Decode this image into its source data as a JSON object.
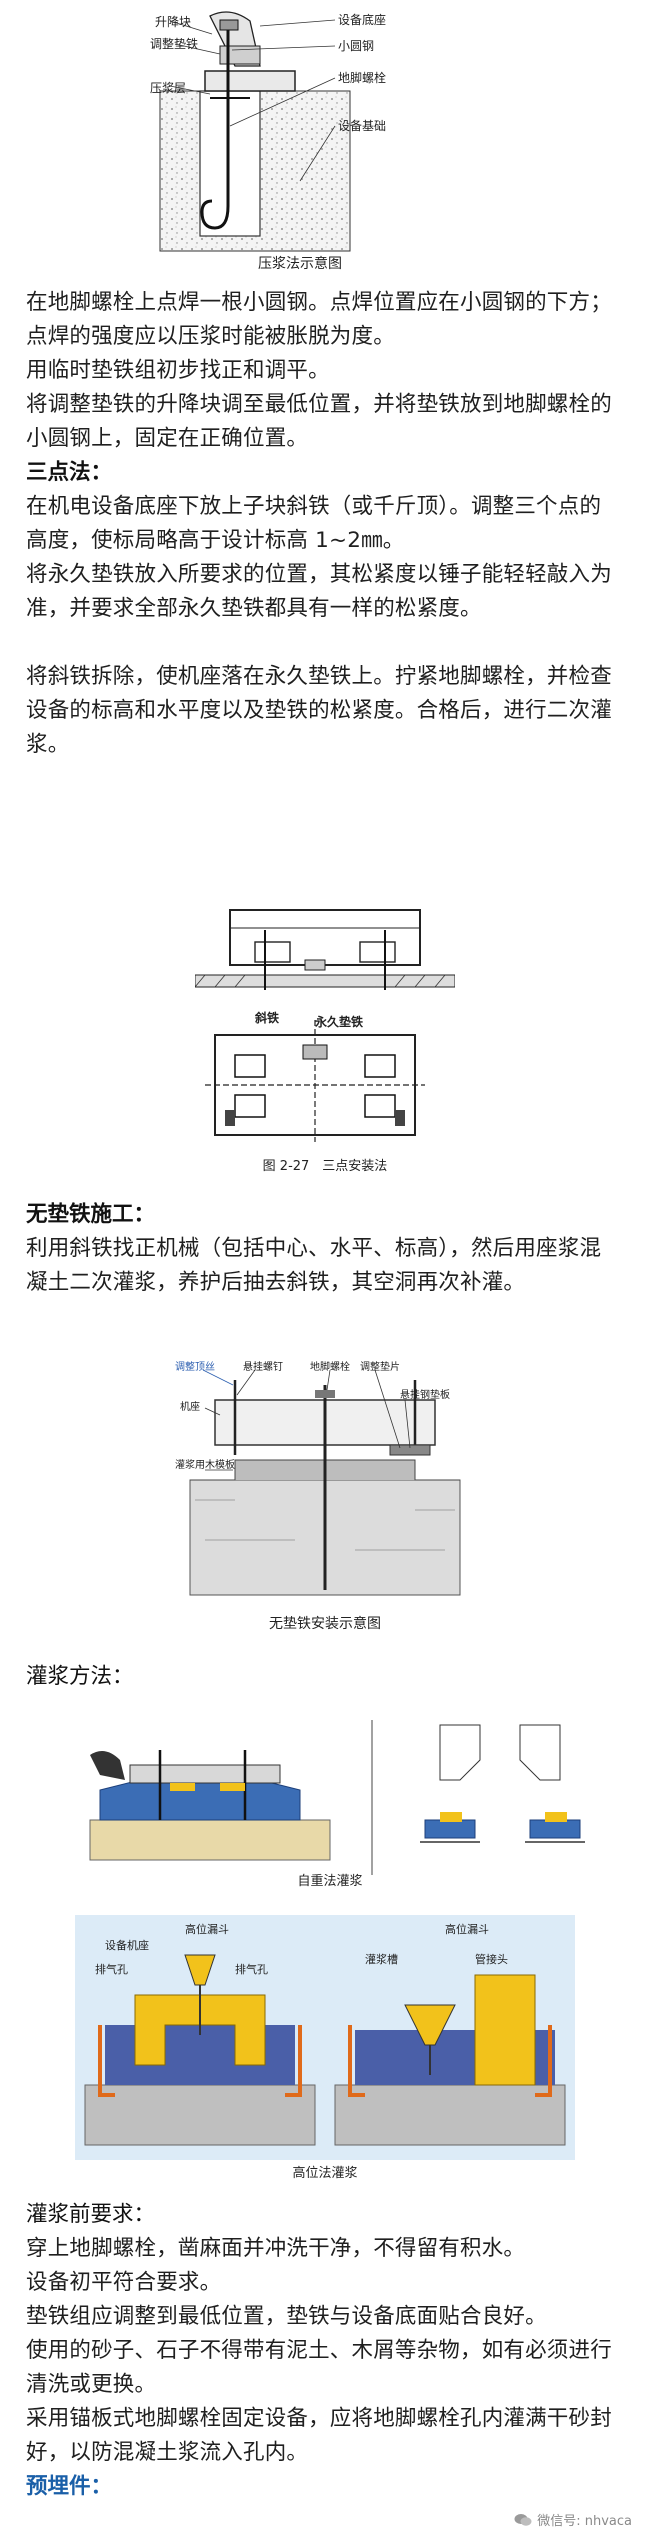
{
  "figure_press": {
    "caption": "压浆法示意图",
    "labels": {
      "lift_block": "升降块",
      "adjust_shim": "调整垫铁",
      "grout_layer": "压浆层",
      "equip_base": "设备底座",
      "small_rod": "小圆钢",
      "anchor_bolt": "地脚螺栓",
      "equip_foundation": "设备基础"
    }
  },
  "press_steps": [
    "在地脚螺栓上点焊一根小圆钢。点焊位置应在小圆钢的下方；点焊的强度应以压浆时能被胀脱为度。",
    "用临时垫铁组初步找正和调平。",
    "将调整垫铁的升降块调至最低位置，并将垫铁放到地脚螺栓的小圆钢上，固定在正确位置。"
  ],
  "three_point": {
    "heading": "三点法：",
    "steps": [
      "在机电设备底座下放上子块斜铁（或千斤顶）。调整三个点的高度，使标局略高于设计标高 1~2㎜。",
      "将永久垫铁放入所要求的位置，其松紧度以锤子能轻轻敲入为准，并要求全部永久垫铁都具有一样的松紧度。",
      "将斜铁拆除，使机座落在永久垫铁上。拧紧地脚螺栓，并检查设备的标高和水平度以及垫铁的松紧度。合格后，进行二次灌浆。"
    ]
  },
  "figure_three_point": {
    "caption": "图 2-27　三点安装法",
    "labels": {
      "wedge": "斜铁",
      "permanent_shim": "永久垫铁"
    }
  },
  "no_shim": {
    "heading": "无垫铁施工：",
    "text": "利用斜铁找正机械（包括中心、水平、标高），然后用座浆混凝土二次灌浆，养护后抽去斜铁，其空洞再次补灌。"
  },
  "figure_no_shim": {
    "caption": "无垫铁安装示意图",
    "labels": {
      "adjust_screw": "调整顶丝",
      "hang_bolt": "悬挂螺钉",
      "anchor_bolt": "地脚螺栓",
      "adjust_plate": "调整垫片",
      "machine_seat": "机座",
      "hang_plate": "悬挂钢垫板",
      "formwork": "灌浆用木模板"
    }
  },
  "grouting": {
    "heading": "灌浆方法：",
    "self_weight_caption": "自重法灌浆",
    "high_pos_caption": "高位法灌浆",
    "labels": {
      "high_funnel_1": "高位漏斗",
      "equip_base": "设备机座",
      "vent_left": "排气孔",
      "vent_right": "排气孔",
      "high_funnel_2": "高位漏斗",
      "grout_trough": "灌浆槽",
      "pipe_joint": "管接头"
    }
  },
  "pre_grout": {
    "heading": "灌浆前要求：",
    "items": [
      "穿上地脚螺栓，凿麻面并冲洗干净，不得留有积水。",
      "设备初平符合要求。",
      "垫铁组应调整到最低位置，垫铁与设备底面贴合良好。",
      "使用的砂子、石子不得带有泥土、木屑等杂物，如有必须进行清洗或更换。",
      "采用锚板式地脚螺栓固定设备，应将地脚螺栓孔内灌满干砂封好，以防混凝土浆流入孔内。"
    ]
  },
  "preembed": {
    "heading": "预埋件："
  },
  "watermark": "微信号: nhvaca",
  "colors": {
    "blue_heading": "#1a5fa8",
    "grout_blue": "#3b6db5",
    "yellow": "#f2c21b",
    "orange": "#e06a1a"
  }
}
